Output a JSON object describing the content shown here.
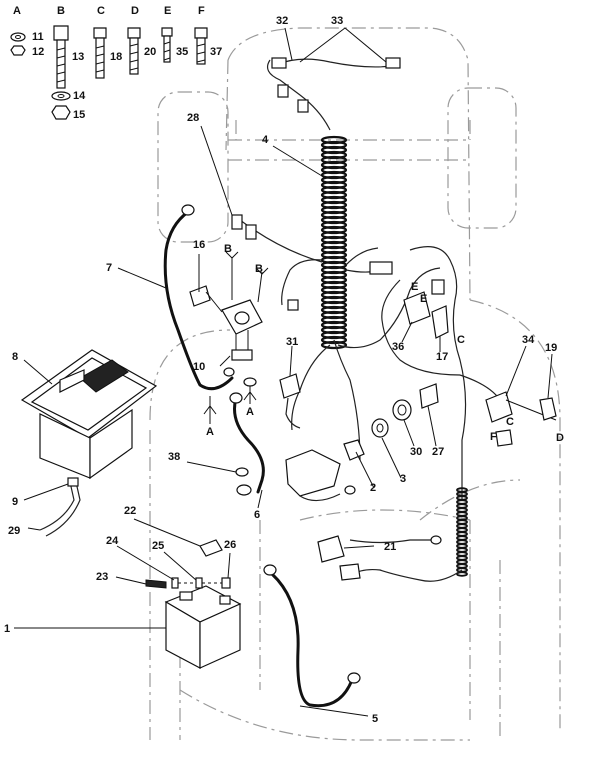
{
  "hardware_letters": [
    "A",
    "B",
    "C",
    "D",
    "E",
    "F"
  ],
  "callouts": {
    "n1": "1",
    "n2": "2",
    "n3": "3",
    "n4": "4",
    "n5": "5",
    "n6": "6",
    "n7": "7",
    "n8": "8",
    "n9": "9",
    "n10": "10",
    "n11": "11",
    "n12": "12",
    "n13": "13",
    "n14": "14",
    "n15": "15",
    "n16": "16",
    "n17": "17",
    "n18": "18",
    "n19": "19",
    "n20": "20",
    "n21": "21",
    "n22": "22",
    "n23": "23",
    "n24": "24",
    "n25": "25",
    "n26": "26",
    "n27": "27",
    "n28": "28",
    "n29": "29",
    "n30": "30",
    "n31": "31",
    "n32": "32",
    "n33": "33",
    "n34": "34",
    "n35": "35",
    "n36": "36",
    "n37": "37",
    "n38": "38"
  },
  "ref_letters": {
    "a1": "A",
    "a2": "A",
    "b1": "B",
    "b2": "B",
    "c1": "C",
    "c2": "C",
    "d1": "D",
    "e1": "E",
    "e2": "E",
    "f1": "F"
  },
  "colors": {
    "ink": "#111111",
    "frame_outline": "#9a9a9a"
  }
}
